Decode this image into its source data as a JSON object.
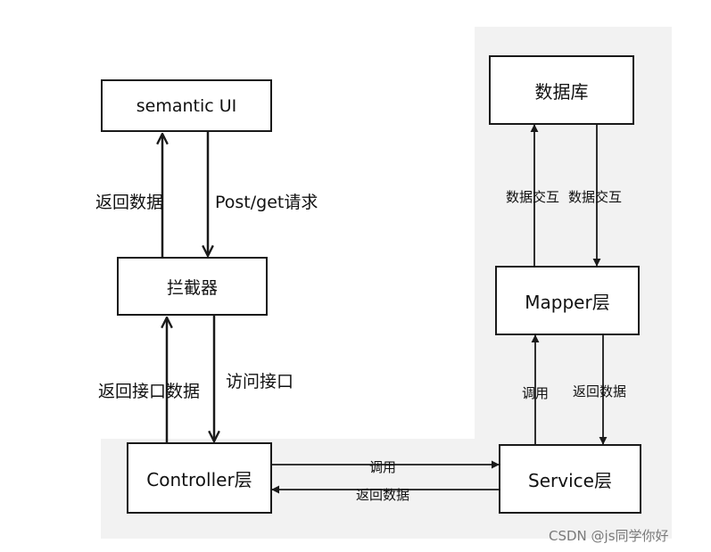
{
  "nodes": {
    "semantic_ui": "semantic UI",
    "interceptor": "拦截器",
    "controller": "Controller层",
    "service": "Service层",
    "mapper": "Mapper层",
    "database": "数据库"
  },
  "edge_labels": {
    "ui_return": "返回数据",
    "ui_request": "Post/get请求",
    "interceptor_return": "返回接口数据",
    "interceptor_access": "访问接口",
    "controller_call": "调用",
    "service_return": "返回数据",
    "service_call": "调用",
    "mapper_return": "返回数据",
    "db_exchange_up": "数据交互",
    "db_exchange_down": "数据交互"
  },
  "watermark": "CSDN @js同学你好",
  "colors": {
    "stroke": "#1a1a1a",
    "panel": "#f2f2f2"
  }
}
